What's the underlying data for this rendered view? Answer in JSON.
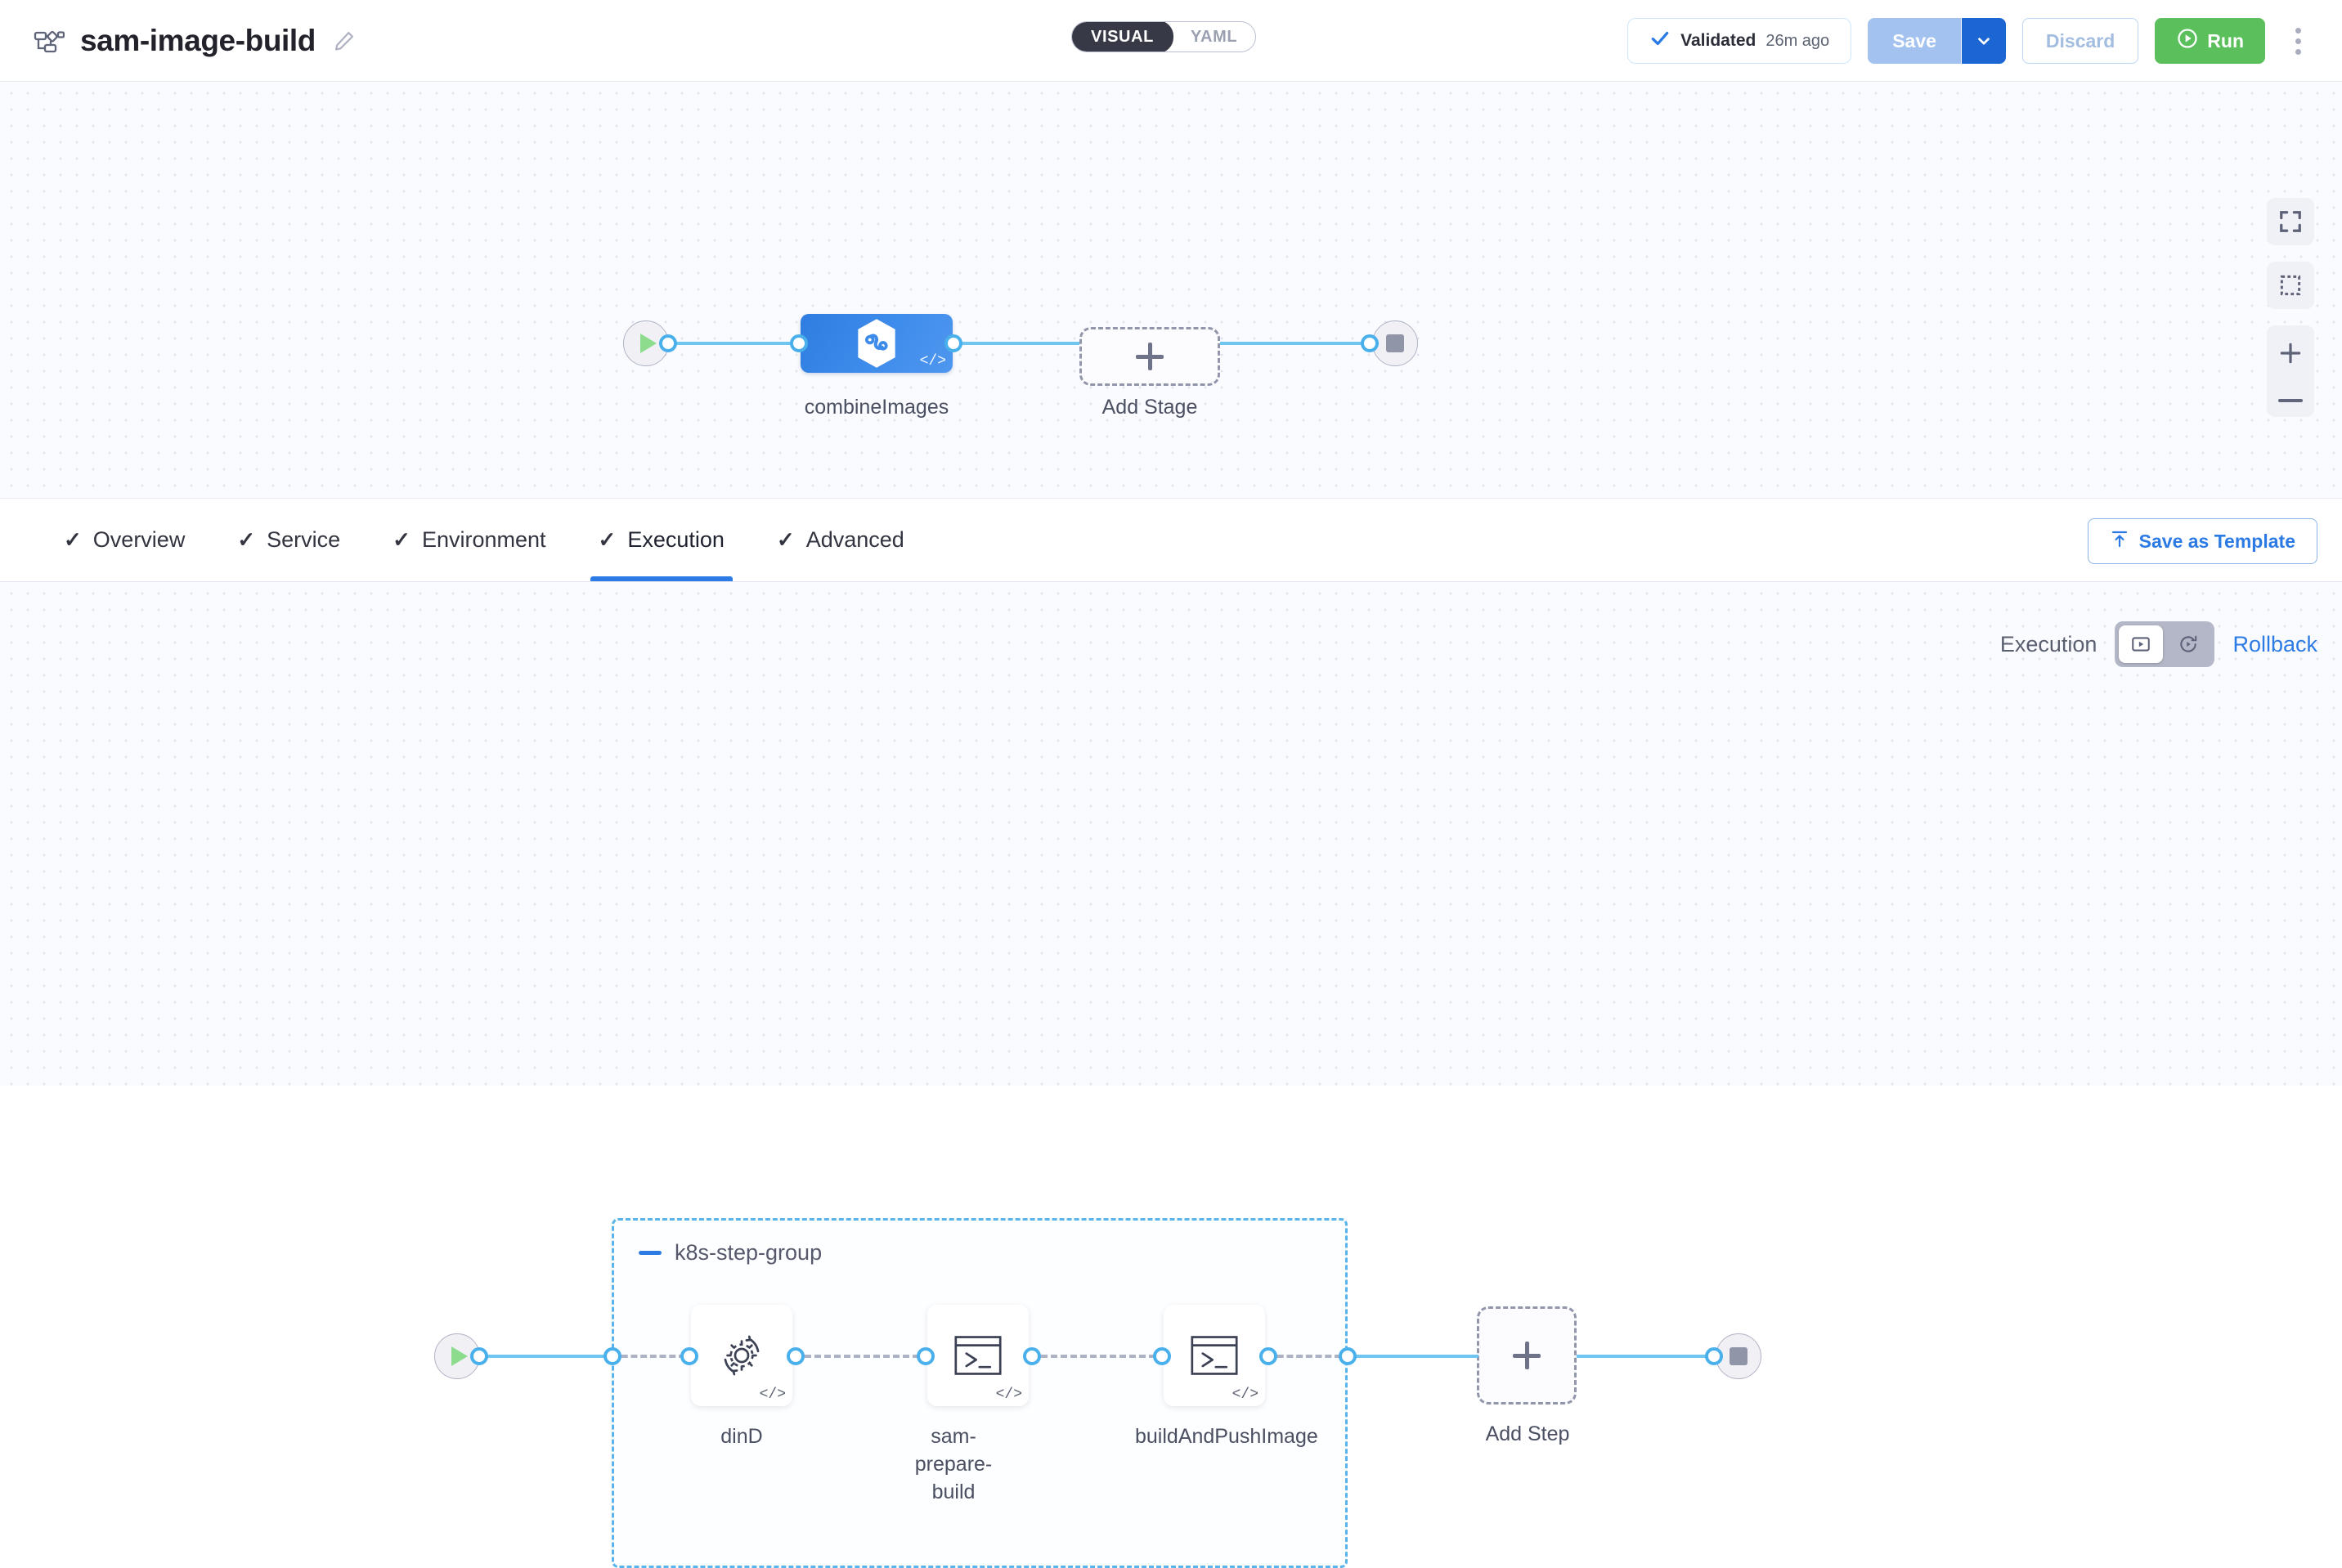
{
  "header": {
    "pipeline_icon": "pipeline-flow-icon",
    "title": "sam-image-build",
    "edit_icon": "pencil-icon",
    "mode_toggle": {
      "options": [
        "VISUAL",
        "YAML"
      ],
      "selected": "VISUAL"
    },
    "validated": {
      "icon": "check-icon",
      "label": "Validated",
      "time": "26m ago"
    },
    "save": {
      "label": "Save",
      "caret_icon": "chevron-down-icon"
    },
    "discard": {
      "label": "Discard"
    },
    "run": {
      "label": "Run",
      "icon": "play-circle-icon"
    },
    "menu_icon": "kebab-menu-icon"
  },
  "top_canvas": {
    "start_node": {
      "icon": "play-icon"
    },
    "end_node": {
      "icon": "stop-icon"
    },
    "stage": {
      "label": "combineImages",
      "icon": "harness-infinity-icon",
      "badge": "</>"
    },
    "add_stage": {
      "label": "Add Stage",
      "icon": "plus-icon"
    },
    "controls": {
      "fit": "fit-to-screen-icon",
      "select": "marquee-select-icon",
      "zoom_in": "zoom-in-icon",
      "zoom_out": "zoom-out-icon"
    }
  },
  "tabs": [
    {
      "label": "Overview",
      "checked": true,
      "active": false
    },
    {
      "label": "Service",
      "checked": true,
      "active": false
    },
    {
      "label": "Environment",
      "checked": true,
      "active": false
    },
    {
      "label": "Execution",
      "checked": true,
      "active": true
    },
    {
      "label": "Advanced",
      "checked": true,
      "active": false
    }
  ],
  "save_as_template": {
    "label": "Save as Template",
    "icon": "upload-template-icon"
  },
  "bottom_canvas": {
    "execution_toggle": {
      "left_label": "Execution",
      "right_label": "Rollback",
      "options": [
        {
          "icon": "execution-play-box-icon",
          "active": true
        },
        {
          "icon": "rollback-icon",
          "active": false
        }
      ]
    },
    "start_node": {
      "icon": "play-icon"
    },
    "end_node": {
      "icon": "stop-icon"
    },
    "step_group": {
      "title": "k8s-step-group",
      "collapse_icon": "minus-icon"
    },
    "steps": [
      {
        "label": "dinD",
        "icon": "gear-rotate-icon",
        "badge": "</>"
      },
      {
        "label": "sam-prepare-build",
        "icon": "terminal-icon",
        "badge": "</>"
      },
      {
        "label": "buildAndPushImage",
        "icon": "terminal-icon",
        "badge": "</>"
      }
    ],
    "add_step": {
      "label": "Add Step",
      "icon": "plus-icon"
    }
  }
}
